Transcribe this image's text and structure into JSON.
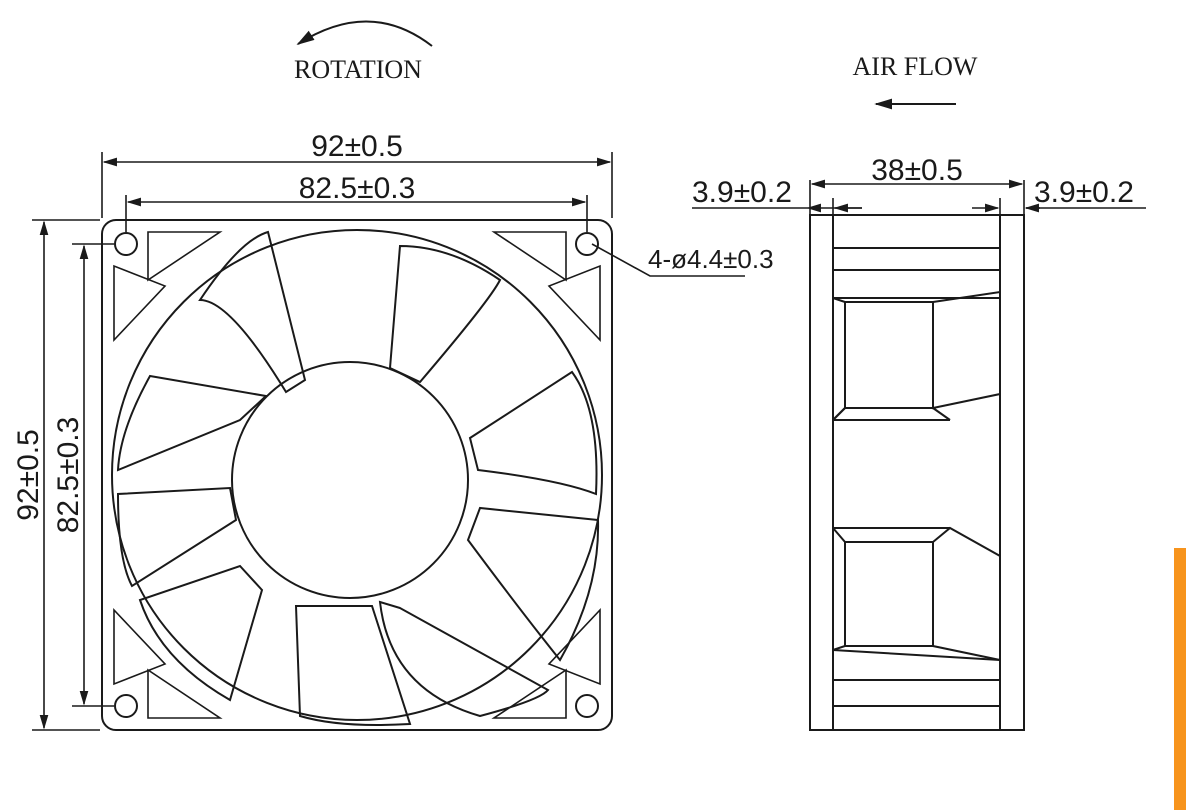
{
  "labels": {
    "rotation": "ROTATION",
    "air_flow": "AIR FLOW",
    "width_outer": "92±0.5",
    "width_inner": "82.5±0.3",
    "height_outer": "92±0.5",
    "height_inner": "82.5±0.3",
    "depth": "38±0.5",
    "flange_left": "3.9±0.2",
    "flange_right": "3.9±0.2",
    "holes": "4-ø4.4±0.3"
  },
  "colors": {
    "line": "#1a1a1a",
    "accent": "#f7941d",
    "background": "#ffffff"
  }
}
